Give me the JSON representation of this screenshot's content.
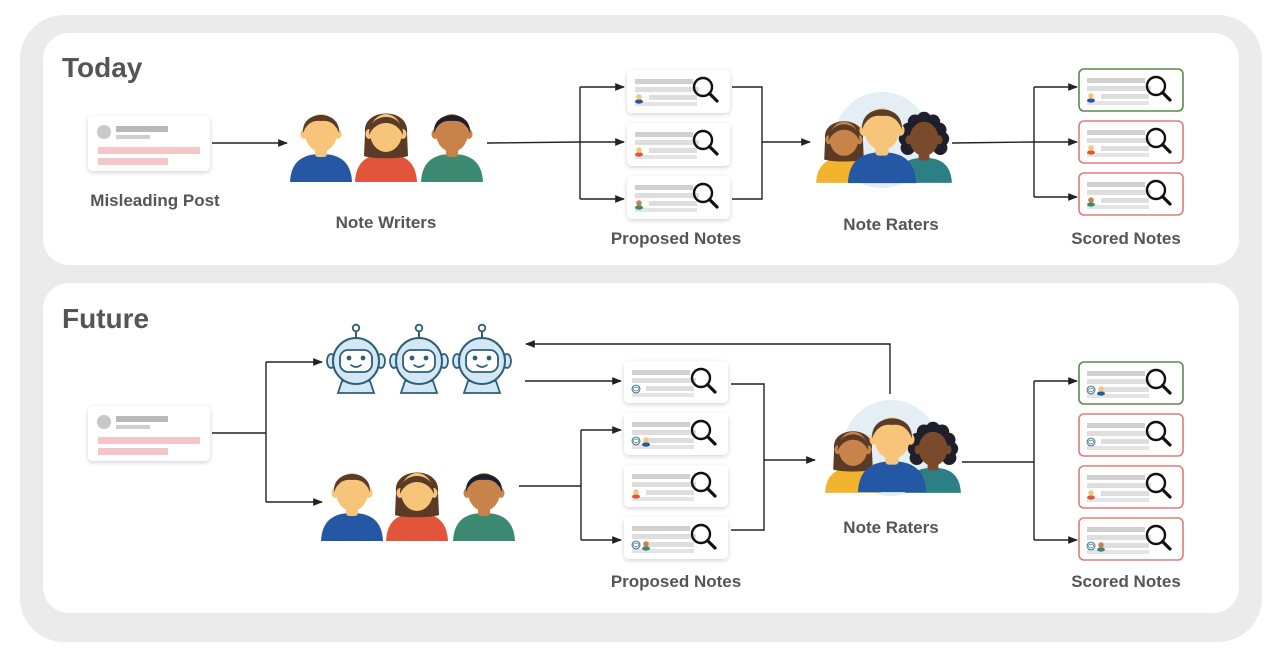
{
  "today": {
    "title": "Today",
    "labels": {
      "post": "Misleading Post",
      "writers": "Note Writers",
      "proposed": "Proposed Notes",
      "raters": "Note Raters",
      "scored": "Scored Notes"
    }
  },
  "future": {
    "title": "Future",
    "labels": {
      "proposed": "Proposed Notes",
      "raters": "Note Raters",
      "scored": "Scored Notes"
    }
  },
  "colors": {
    "frame": "#ebebeb",
    "panel": "#ffffff",
    "text": "#555555",
    "arrow": "#222222",
    "text_line_gray": "#c8c8c8",
    "post_highlight_pink": "#f4c6c8",
    "scored_helpful_green": "#5a8a4a",
    "scored_not_helpful_red": "#e07b7b",
    "skin_light": "#f6c57a",
    "skin_medium": "#c8834a",
    "skin_dark": "#7a4a2c",
    "hair_brown": "#5b3a26",
    "hair_black": "#1f1f2b",
    "shirt_blue": "#2457a4",
    "shirt_red": "#e2553b",
    "shirt_green": "#3c8a72",
    "shirt_yellow": "#f2b42e",
    "shirt_teal": "#2d7f86",
    "robot_fill": "#d3e8f4",
    "robot_outline": "#2e5e78"
  },
  "icons": {
    "magnifier": "magnifier-icon",
    "avatar": "person-avatar-icon",
    "robot": "robot-icon"
  },
  "scored_notes": {
    "today": [
      "helpful",
      "not-helpful",
      "not-helpful"
    ],
    "future": [
      "helpful",
      "not-helpful",
      "not-helpful",
      "not-helpful"
    ]
  }
}
